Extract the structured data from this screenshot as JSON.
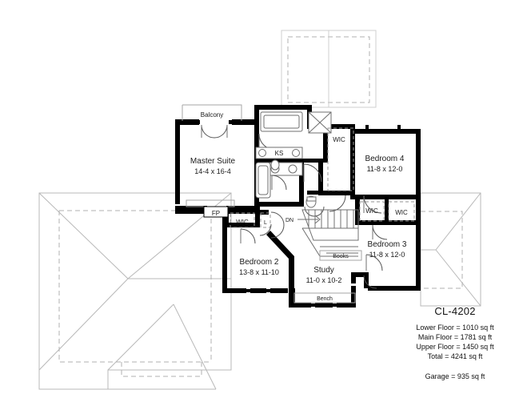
{
  "title_block": {
    "plan_code": "CL-4202",
    "areas": [
      "Lower Floor = 1010 sq ft",
      "Main Floor =  1781 sq ft",
      "Upper Floor = 1450 sq ft",
      "Total = 4241 sq ft"
    ],
    "garage": "Garage = 935 sq ft"
  },
  "rooms": [
    {
      "name": "Master Suite",
      "dimensions": "14-4 x 16-4"
    },
    {
      "name": "Bedroom 4",
      "dimensions": "11-8 x 12-0"
    },
    {
      "name": "Bedroom 3",
      "dimensions": "11-8 x 12-0"
    },
    {
      "name": "Bedroom 2",
      "dimensions": "13-8 x 11-10"
    },
    {
      "name": "Study",
      "dimensions": "11-0 x 10-2"
    }
  ],
  "annotations": {
    "balcony": "Balcony",
    "knee_space": "KS",
    "wic_master": "WIC",
    "wic_bed2": "WIC",
    "wic_bed3_left": "WIC",
    "wic_bed3_right": "WIC",
    "linen": "L",
    "fireplace": "FP",
    "stairs_direction": "DN",
    "books": "Books",
    "bench": "Bench"
  },
  "colors": {
    "wall": "#000000",
    "fixture_stroke": "#6f6f6f",
    "roof_line": "#b8b8b8",
    "background": "#ffffff",
    "text": "#1a1a1a"
  }
}
